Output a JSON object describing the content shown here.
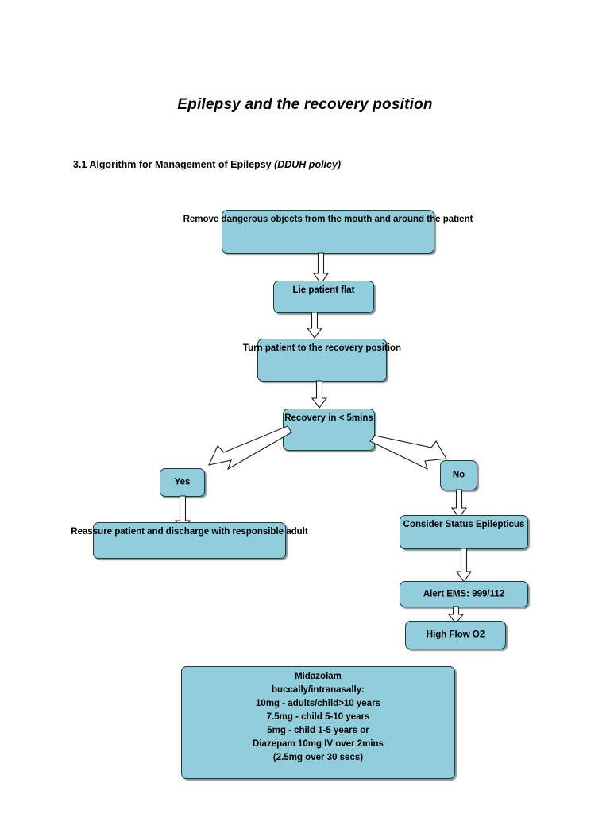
{
  "document": {
    "title": "Epilepsy and the recovery position",
    "section_number_and_title": "3.1 Algorithm for Management of Epilepsy",
    "section_policy_note": "(DDUH policy)"
  },
  "flowchart": {
    "type": "flowchart",
    "fill_color": "#92CDDC",
    "border_color": "#1F3A40",
    "arrow_fill_color": "#FFFFFF",
    "arrow_outline_color": "#1A1A1A",
    "nodes": [
      {
        "id": "remove-objects",
        "label": "Remove dangerous objects from the mouth and around the patient"
      },
      {
        "id": "lie-flat",
        "label": "Lie patient flat"
      },
      {
        "id": "recovery-position",
        "label": "Turn patient to the recovery position"
      },
      {
        "id": "recovery-time",
        "label": "Recovery in    < 5mins"
      },
      {
        "id": "yes",
        "label": "Yes"
      },
      {
        "id": "no",
        "label": "No"
      },
      {
        "id": "reassure-discharge",
        "label": "Reassure patient and discharge with responsible adult"
      },
      {
        "id": "status-epilepticus",
        "label": "Consider Status Epilepticus"
      },
      {
        "id": "alert-ems",
        "label": "Alert EMS: 999/112"
      },
      {
        "id": "high-flow-o2",
        "label": "High Flow O2"
      },
      {
        "id": "medication",
        "label": "Midazolam buccally/intranasally:\n10mg - adults/child>10 years\n7.5mg -  child 5-10 years\n5mg - child 1-5 years or\nDiazepam 10mg IV over 2mins\n(2.5mg over 30 secs)"
      }
    ],
    "edges": [
      {
        "from": "remove-objects",
        "to": "lie-flat",
        "direction": "down"
      },
      {
        "from": "lie-flat",
        "to": "recovery-position",
        "direction": "down"
      },
      {
        "from": "recovery-position",
        "to": "recovery-time",
        "direction": "down"
      },
      {
        "from": "recovery-time",
        "to": "yes",
        "direction": "down-left"
      },
      {
        "from": "recovery-time",
        "to": "no",
        "direction": "down-right"
      },
      {
        "from": "yes",
        "to": "reassure-discharge",
        "direction": "down"
      },
      {
        "from": "no",
        "to": "status-epilepticus",
        "direction": "down"
      },
      {
        "from": "status-epilepticus",
        "to": "alert-ems",
        "direction": "down"
      },
      {
        "from": "alert-ems",
        "to": "high-flow-o2",
        "direction": "down"
      }
    ]
  }
}
